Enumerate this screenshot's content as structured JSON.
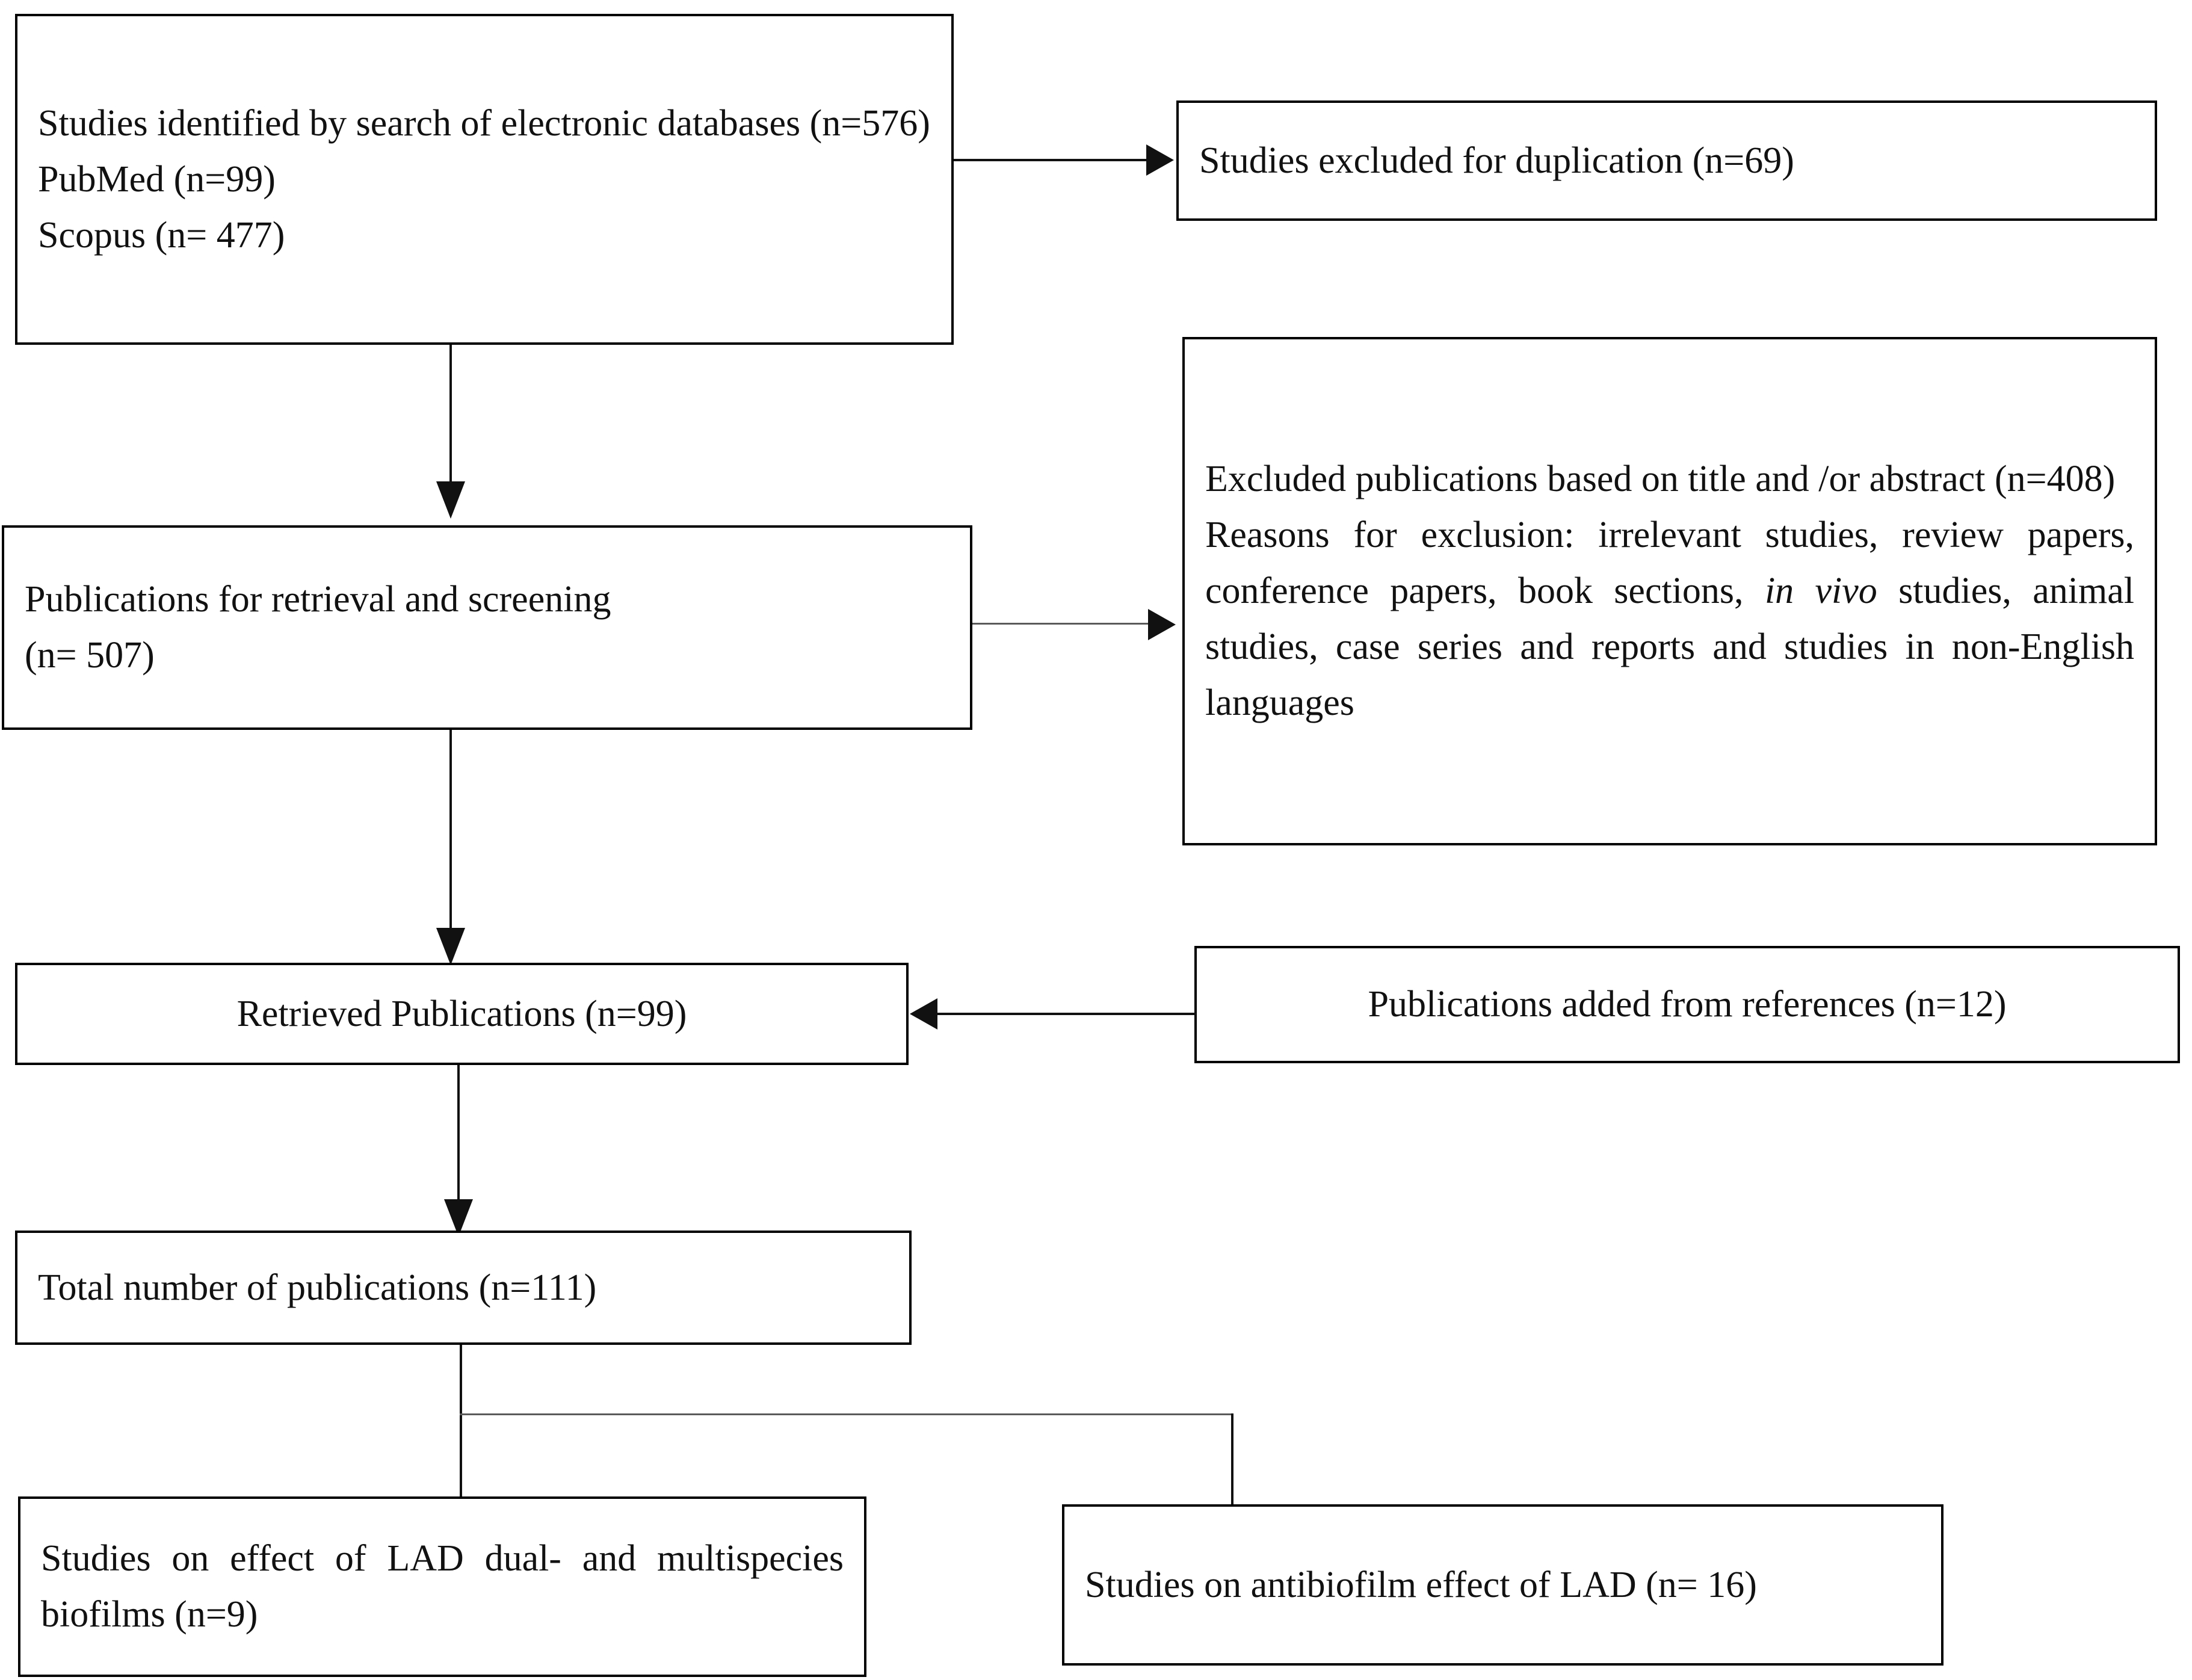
{
  "diagram": {
    "type": "prisma-flow-diagram",
    "title": "Study selection flow diagram",
    "nodes": [
      {
        "id": "identified",
        "name": "studies-identified-box",
        "lines": [
          "Studies identified by search of electronic databases (n=576)",
          "PubMed (n=99)",
          "Scopus (n= 477)"
        ],
        "counts": {
          "total": 576,
          "pubmed": 99,
          "scopus": 477
        }
      },
      {
        "id": "excluded-duplication",
        "name": "studies-excluded-duplication-box",
        "lines": [
          "Studies excluded for duplication (n=69)"
        ],
        "counts": {
          "excluded": 69
        }
      },
      {
        "id": "retrieval-screening",
        "name": "publications-retrieval-screening-box",
        "lines": [
          "Publications for retrieval and screening",
          "(n= 507)"
        ],
        "counts": {
          "total": 507
        }
      },
      {
        "id": "excluded-title-abstract",
        "name": "excluded-title-abstract-box",
        "lines": [
          "Excluded publications based on title and /or abstract (n=408)",
          "Reasons for exclusion: irrelevant studies, review papers, conference papers, book sections, in vivo studies, animal studies, case series and reports and studies in non-English languages"
        ],
        "italic_phrase": "in vivo",
        "counts": {
          "excluded": 408
        }
      },
      {
        "id": "retrieved",
        "name": "retrieved-publications-box",
        "lines": [
          "Retrieved Publications (n=99)"
        ],
        "counts": {
          "retrieved": 99
        }
      },
      {
        "id": "added-references",
        "name": "publications-added-references-box",
        "lines": [
          "Publications added from references (n=12)"
        ],
        "counts": {
          "added": 12
        }
      },
      {
        "id": "total",
        "name": "total-publications-box",
        "lines": [
          "Total number of publications (n=111)"
        ],
        "counts": {
          "total": 111
        }
      },
      {
        "id": "dual-multispecies",
        "name": "studies-dual-multispecies-biofilms-box",
        "lines": [
          "Studies on effect of LAD dual- and multispecies biofilms (n=9)"
        ],
        "counts": {
          "studies": 9
        }
      },
      {
        "id": "antibiofilm",
        "name": "studies-antibiofilm-effect-box",
        "lines": [
          "Studies on antibiofilm effect of LAD (n= 16)"
        ],
        "counts": {
          "studies": 16
        }
      }
    ],
    "edges": [
      {
        "from": "identified",
        "to": "excluded-duplication",
        "arrow": "right"
      },
      {
        "from": "identified",
        "to": "retrieval-screening",
        "arrow": "down"
      },
      {
        "from": "retrieval-screening",
        "to": "excluded-title-abstract",
        "arrow": "right"
      },
      {
        "from": "retrieval-screening",
        "to": "retrieved",
        "arrow": "down"
      },
      {
        "from": "added-references",
        "to": "retrieved",
        "arrow": "left"
      },
      {
        "from": "retrieved",
        "to": "total",
        "arrow": "down"
      },
      {
        "from": "total",
        "to": "dual-multispecies",
        "arrow": "none"
      },
      {
        "from": "total",
        "to": "antibiofilm",
        "arrow": "none"
      }
    ],
    "colors": {
      "stroke": "#111111",
      "fill": "#ffffff",
      "text": "#111111"
    }
  },
  "text": {
    "identified_l1": "Studies identified by search of electronic databases (n=576)",
    "identified_l2": "PubMed (n=99)",
    "identified_l3": "Scopus (n= 477)",
    "excluded_dup": "Studies excluded for duplication (n=69)",
    "retrieval_l1": "Publications for retrieval and screening",
    "retrieval_l2": "(n= 507)",
    "excl_ta_l1": "Excluded publications based on title and /or abstract (n=408)",
    "excl_ta_l2a": "Reasons for exclusion: irrelevant studies, review papers, conference papers, book sections, ",
    "excl_ta_l2b": "in vivo",
    "excl_ta_l2c": " studies, animal studies, case series and reports and studies in non-English languages",
    "retrieved": "Retrieved Publications (n=99)",
    "added_refs": "Publications added from references (n=12)",
    "total_pubs": "Total number of publications (n=111)",
    "dual_multi": "Studies on effect of LAD dual- and multispecies biofilms (n=9)",
    "antibiofilm": "Studies on antibiofilm effect of LAD (n= 16)"
  }
}
